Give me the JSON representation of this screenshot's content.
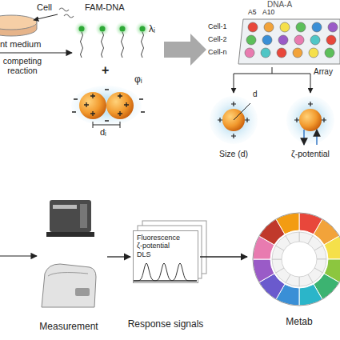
{
  "diagram": {
    "nodes": [
      {
        "text": [
          "DNA-A",
          "Cell-1",
          "Cell-2",
          "Cell-n",
          "A5",
          "A10"
        ]
      },
      {
        "text": [
          "Measurement"
        ]
      },
      {
        "text": [
          "Fluorescence",
          "ζ-potential",
          "DLS",
          "Response signals"
        ]
      },
      {
        "text": [
          "Metab"
        ]
      }
    ],
    "edges": [
      {
        "from": 1,
        "to": 2,
        "arrow": "to"
      },
      {
        "from": 2,
        "to": 3,
        "arrow": "to"
      }
    ],
    "labels": [
      "Cell",
      "nt medium",
      "competing reaction",
      "FAM-DNA",
      "λᵢ",
      "+",
      "φᵢ",
      "dᵢ",
      "Array",
      "d",
      "Size (d)",
      "ζ-potential"
    ]
  }
}
